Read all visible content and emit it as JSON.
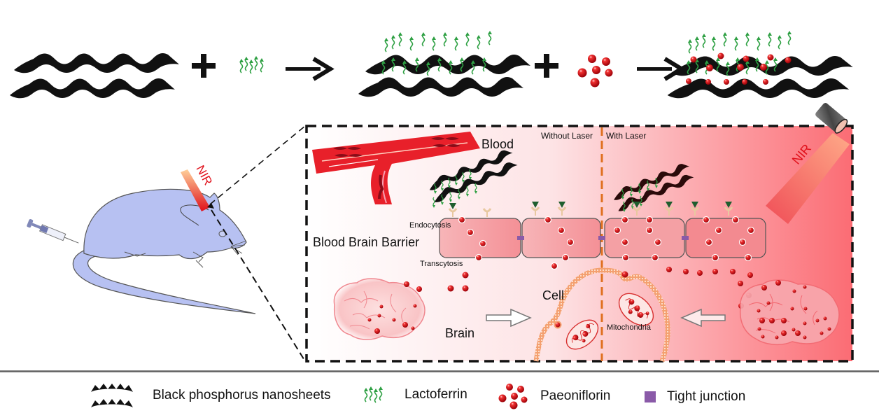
{
  "figure": {
    "type": "schematic",
    "top_row": {
      "steps": [
        {
          "item": "black-phosphorus-nanosheets"
        },
        {
          "operator": "+"
        },
        {
          "item": "lactoferrin"
        },
        {
          "operator": "arrow"
        },
        {
          "item": "lactoferrin-modified-nanosheets"
        },
        {
          "operator": "+"
        },
        {
          "item": "paeoniflorin"
        },
        {
          "operator": "arrow"
        },
        {
          "item": "paeoniflorin-loaded-nanosheets"
        }
      ]
    },
    "mouse_panel": {
      "nir_label": "NIR"
    },
    "detail_panel": {
      "blood_label": "Blood",
      "bbb_label": "Blood Brain Barrier",
      "endocytosis_label": "Endocytosis",
      "transcytosis_label": "Transcytosis",
      "without_laser_label": "Without Laser",
      "with_laser_label": "With Laser",
      "nir_label": "NIR",
      "cell_label": "Cell",
      "brain_label": "Brain",
      "mitochondria_label": "Mitochondria"
    },
    "colors": {
      "nanosheet": "#111111",
      "lactoferrin": "#2ea043",
      "paeoniflorin": "#d7141e",
      "tight_junction": "#8a5aa8",
      "laser_divider": "#e07020",
      "blood_vessel": "#e8202a",
      "mouse": "#b7c1f2",
      "nir_beam": "#f0505a",
      "cell_membrane": "#e8803a"
    }
  },
  "legend": {
    "items": [
      {
        "icon": "nanosheets-icon",
        "label": "Black phosphorus nanosheets"
      },
      {
        "icon": "lactoferrin-icon",
        "label": "Lactoferrin"
      },
      {
        "icon": "paeoniflorin-icon",
        "label": "Paeoniflorin"
      },
      {
        "icon": "tight-junction-icon",
        "label": "Tight junction"
      }
    ]
  }
}
